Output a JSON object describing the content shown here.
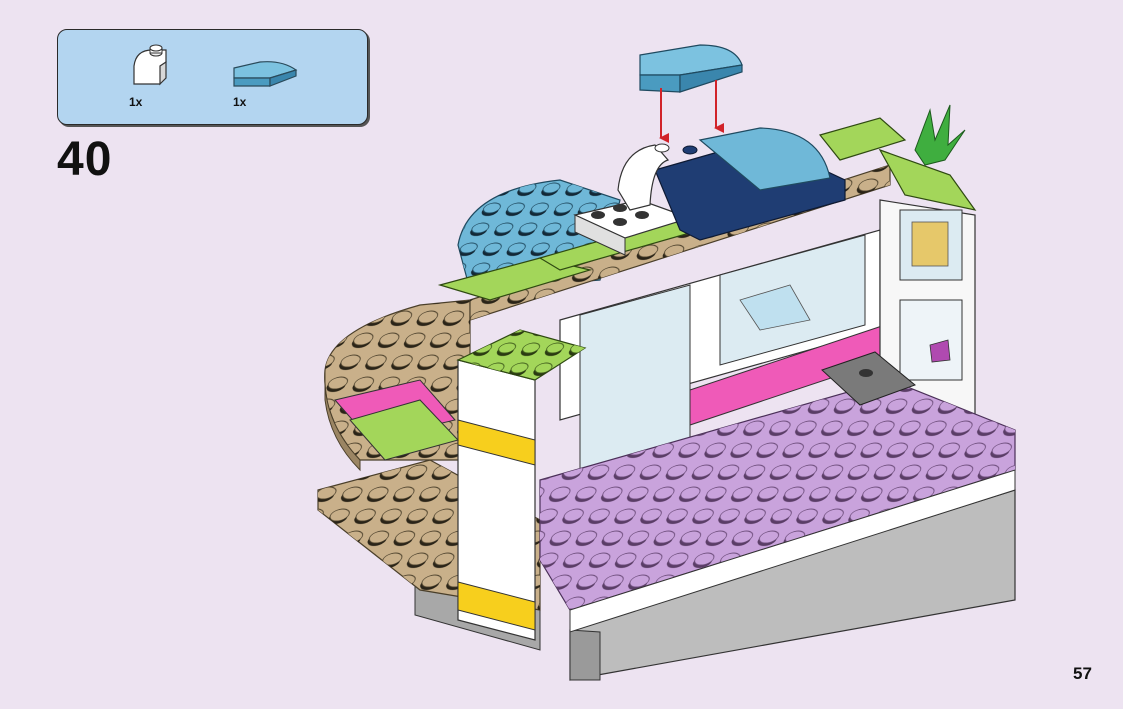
{
  "instruction_step": {
    "step_number": "40",
    "page_number": "57",
    "parts": [
      {
        "icon": "white-curved-slope-brick-icon",
        "count": "1x"
      },
      {
        "icon": "azure-curved-slope-brick-icon",
        "count": "1x"
      }
    ]
  },
  "colors": {
    "background": "#ede3f1",
    "callout": "#b3d5f0",
    "lavender_plate": "#c9a3dc",
    "tan_plate": "#c9b08a",
    "lime": "#a3d65a",
    "azure": "#6fb8d8",
    "dark_blue": "#1f3d73",
    "magenta": "#ef5ab8",
    "yellow": "#f7cf1d",
    "arrow_red": "#d1232a"
  }
}
